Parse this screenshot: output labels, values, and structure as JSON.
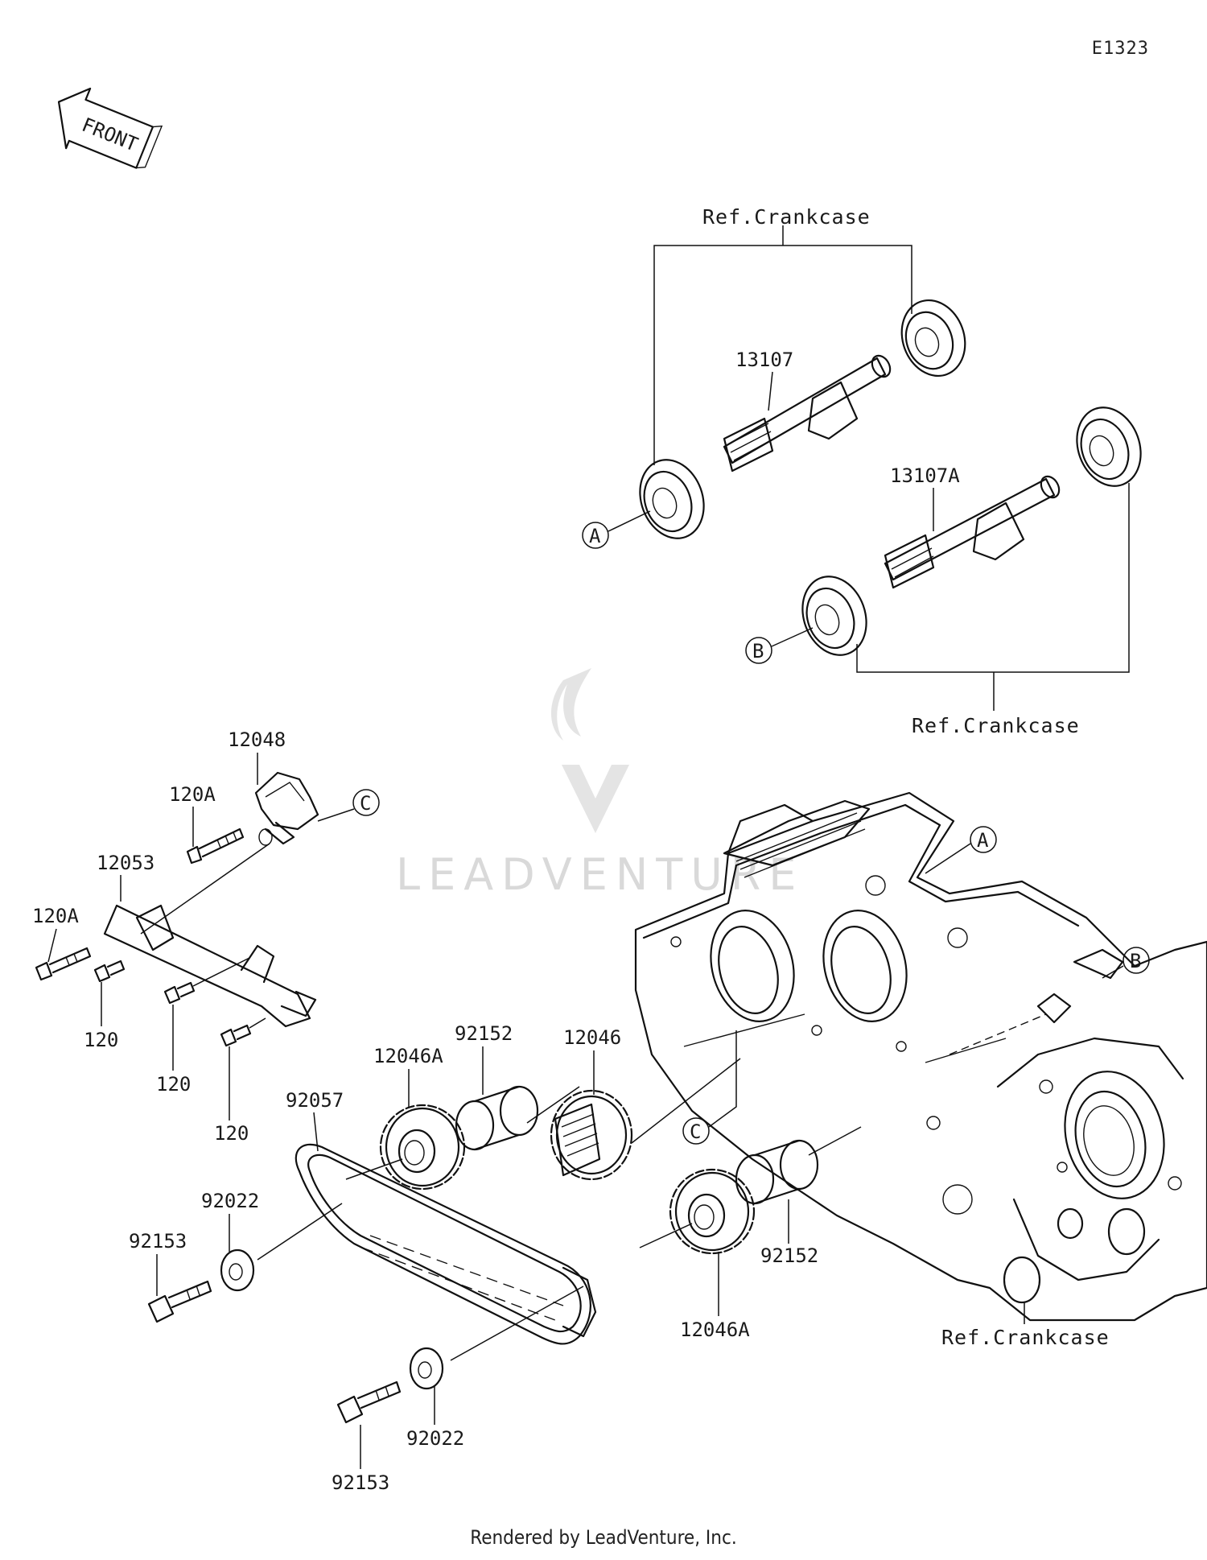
{
  "diagram_code": "E1323",
  "front_label": "FRONT",
  "watermark": "LEADVENTURE",
  "footer": "Rendered by LeadVenture, Inc.",
  "references": {
    "crankcase_top": "Ref.Crankcase",
    "crankcase_right": "Ref.Crankcase",
    "crankcase_bottom": "Ref.Crankcase"
  },
  "markers": {
    "a": "A",
    "b": "B",
    "c": "C"
  },
  "parts": {
    "p13107": "13107",
    "p13107A": "13107A",
    "p12048": "12048",
    "p120A_top": "120A",
    "p12053": "12053",
    "p120A_left": "120A",
    "p120_a": "120",
    "p120_b": "120",
    "p120_c": "120",
    "p92057": "92057",
    "p12046A_top": "12046A",
    "p92152_top": "92152",
    "p12046": "12046",
    "p92152_bottom": "92152",
    "p12046A_bottom": "12046A",
    "p92022_top": "92022",
    "p92153_top": "92153",
    "p92022_bottom": "92022",
    "p92153_bottom": "92153"
  }
}
